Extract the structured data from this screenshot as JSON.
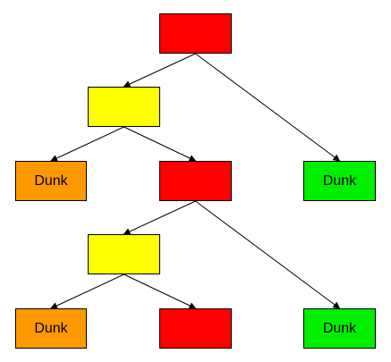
{
  "diagram": {
    "colors": {
      "red": "#FF0000",
      "yellow": "#FFFF00",
      "orange": "#FF9900",
      "green": "#00EE00",
      "line": "#000000"
    },
    "nodes": [
      {
        "id": "root",
        "color": "red",
        "label": ""
      },
      {
        "id": "yellow-1",
        "color": "yellow",
        "label": ""
      },
      {
        "id": "dunk-orange-1",
        "color": "orange",
        "label": "Dunk"
      },
      {
        "id": "red-2",
        "color": "red",
        "label": ""
      },
      {
        "id": "dunk-green-1",
        "color": "green",
        "label": "Dunk"
      },
      {
        "id": "yellow-2",
        "color": "yellow",
        "label": ""
      },
      {
        "id": "dunk-orange-2",
        "color": "orange",
        "label": "Dunk"
      },
      {
        "id": "red-3",
        "color": "red",
        "label": ""
      },
      {
        "id": "dunk-green-2",
        "color": "green",
        "label": "Dunk"
      }
    ],
    "edges": [
      {
        "from": "root",
        "to": "yellow-1"
      },
      {
        "from": "root",
        "to": "dunk-green-1"
      },
      {
        "from": "yellow-1",
        "to": "dunk-orange-1"
      },
      {
        "from": "yellow-1",
        "to": "red-2"
      },
      {
        "from": "red-2",
        "to": "yellow-2"
      },
      {
        "from": "red-2",
        "to": "dunk-green-2"
      },
      {
        "from": "yellow-2",
        "to": "dunk-orange-2"
      },
      {
        "from": "yellow-2",
        "to": "red-3"
      }
    ]
  }
}
